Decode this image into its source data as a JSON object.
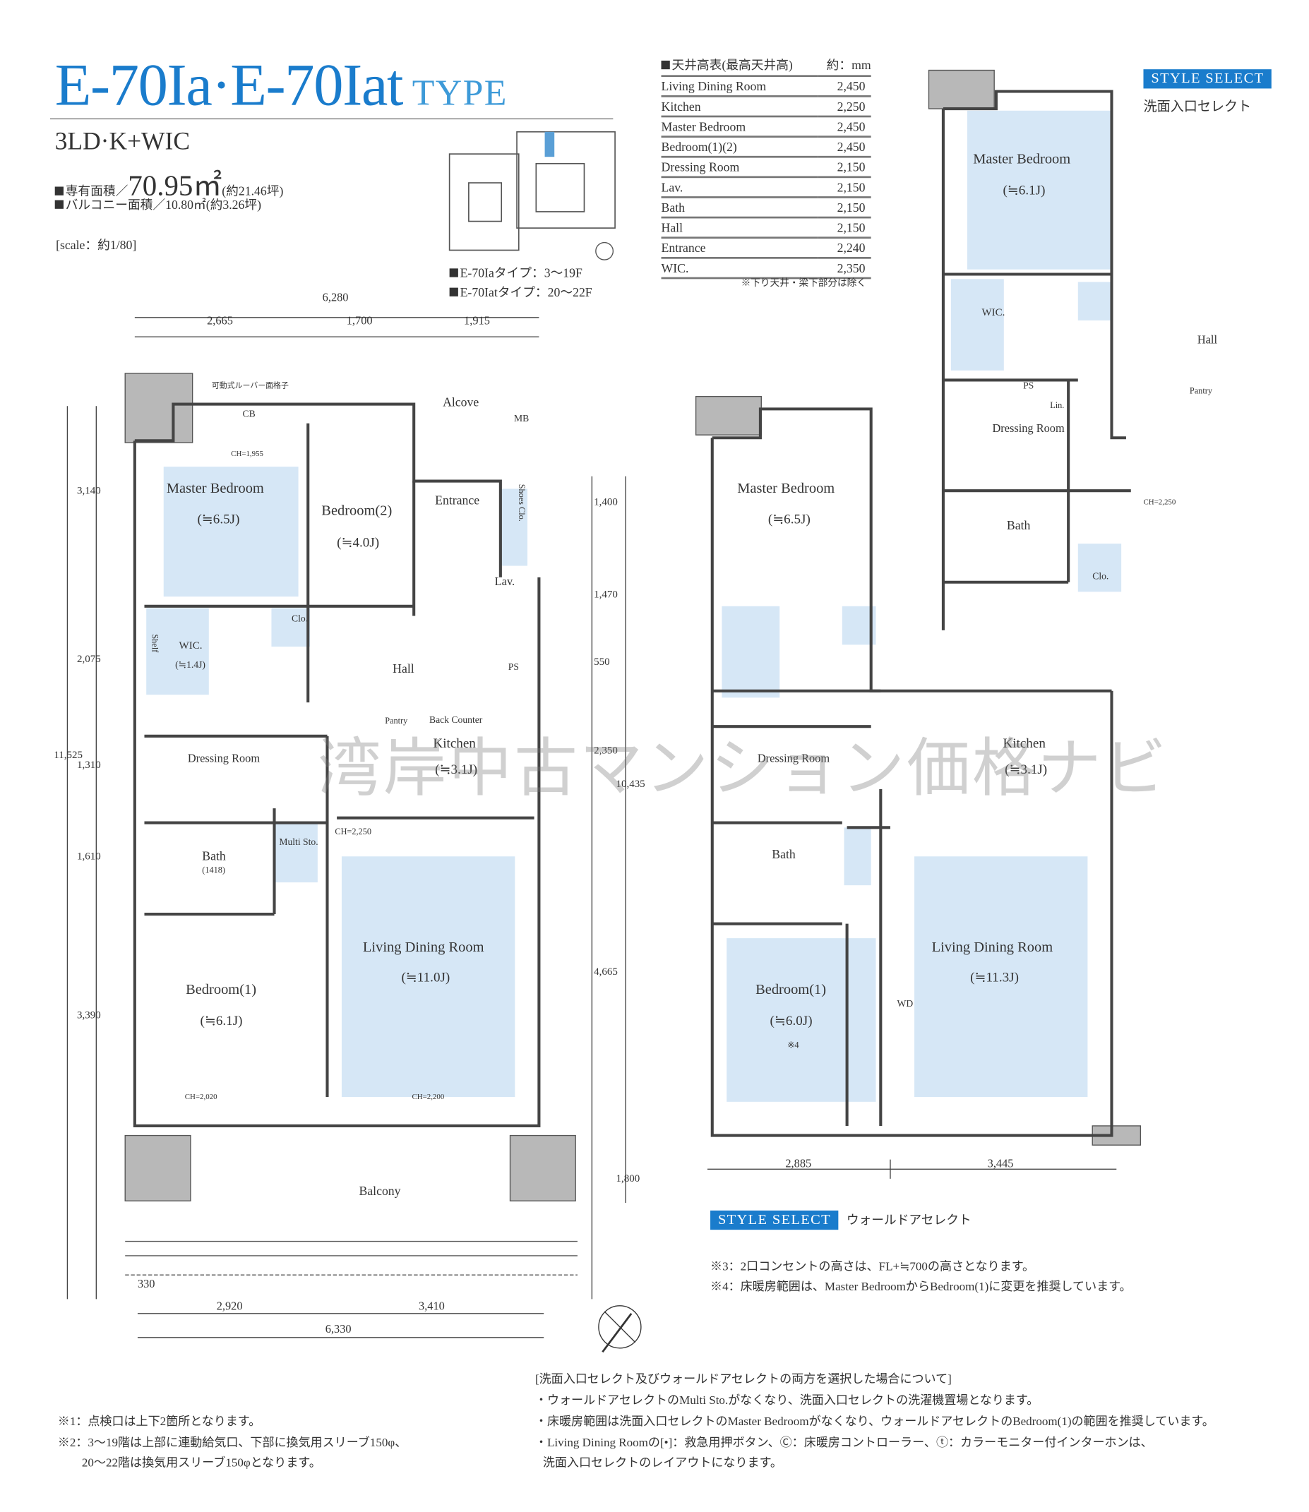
{
  "header": {
    "title": "E-70Ia·E-70Iat",
    "title_suffix": "TYPE",
    "layout": "3LD·K+WIC",
    "area_label": "専有面積／",
    "area_value": "70.95㎡",
    "area_tsubo": "(約21.46坪)",
    "balcony": "バルコニー面積／10.80㎡(約3.26坪)",
    "scale": "[scale：約1/80]",
    "floors": [
      "E-70Iaタイプ：3〜19F",
      "E-70Iatタイプ：20〜22F"
    ]
  },
  "ceiling_table": {
    "title": "天井高表(最高天井高)",
    "unit": "約：mm",
    "rows": [
      {
        "room": "Living Dining Room",
        "h": "2,450"
      },
      {
        "room": "Kitchen",
        "h": "2,250"
      },
      {
        "room": "Master Bedroom",
        "h": "2,450"
      },
      {
        "room": "Bedroom(1)(2)",
        "h": "2,450"
      },
      {
        "room": "Dressing Room",
        "h": "2,150"
      },
      {
        "room": "Lav.",
        "h": "2,150"
      },
      {
        "room": "Bath",
        "h": "2,150"
      },
      {
        "room": "Hall",
        "h": "2,150"
      },
      {
        "room": "Entrance",
        "h": "2,240"
      },
      {
        "room": "WIC.",
        "h": "2,350"
      }
    ],
    "note": "※下り天井・梁下部分は除く"
  },
  "main_plan": {
    "dims_top": {
      "total": "6,280",
      "parts": [
        "2,665",
        "1,700",
        "1,915"
      ]
    },
    "dims_left": {
      "total": "11,525",
      "parts": [
        "3,140",
        "2,075",
        "1,310",
        "1,610",
        "3,390"
      ]
    },
    "dims_right": {
      "total": "10,435",
      "parts": [
        "1,400",
        "1,470",
        "550",
        "2,350",
        "4,665"
      ],
      "balcony": "1,800"
    },
    "dims_bottom": {
      "total": "6,330",
      "parts": [
        "2,920",
        "3,410"
      ],
      "offset": "330"
    },
    "rooms": {
      "master": "Master Bedroom",
      "master_size": "(≒6.5J)",
      "bed2": "Bedroom(2)",
      "bed2_size": "(≒4.0J)",
      "bed1": "Bedroom(1)",
      "bed1_size": "(≒6.1J)",
      "ldr": "Living Dining Room",
      "ldr_size": "(≒11.0J)",
      "kitchen": "Kitchen",
      "kitchen_size": "(≒3.1J)",
      "hall": "Hall",
      "entrance": "Entrance",
      "alcove": "Alcove",
      "lav": "Lav.",
      "bath": "Bath",
      "bath_no": "(1418)",
      "dressing": "Dressing Room",
      "wic": "WIC.",
      "wic_size": "(≒1.4J)",
      "balcony": "Balcony",
      "multi": "Multi Sto.",
      "clo": "Clo.",
      "ps": "PS",
      "mb": "MB",
      "shoes": "Shoes Clo.",
      "back_counter": "Back Counter",
      "pantry": "Pantry",
      "lin": "Lin.",
      "shelf": "Shelf",
      "louver": "可動式ルーバー面格子",
      "ch1": "CH=1,955",
      "ch2": "CH=2,250",
      "ch3": "CH=2,200",
      "ch4": "CH=2,020",
      "cb": "CB"
    }
  },
  "alt_plan": {
    "dims_bottom": [
      "2,885",
      "3,445"
    ],
    "rooms": {
      "master": "Master Bedroom",
      "master_size": "(≒6.5J)",
      "bed1": "Bedroom(1)",
      "bed1_size": "(≒6.0J)",
      "ldr": "Living Dining Room",
      "ldr_size": "(≒11.3J)",
      "kitchen": "Kitchen",
      "kitchen_size": "(≒3.1J)",
      "dressing": "Dressing Room",
      "bath": "Bath",
      "wd": "WD",
      "note4": "※4"
    }
  },
  "inset_plan": {
    "badge": "STYLE SELECT",
    "caption": "洗面入口セレクト",
    "rooms": {
      "master": "Master Bedroom",
      "master_size": "(≒6.1J)",
      "hall": "Hall",
      "wic": "WIC.",
      "dressing": "Dressing Room",
      "bath": "Bath",
      "pantry": "Pantry",
      "clo": "Clo.",
      "ps": "PS",
      "lin": "Lin.",
      "ch": "CH=2,250"
    }
  },
  "style_select2": {
    "badge": "STYLE SELECT",
    "caption": "ウォールドアセレクト"
  },
  "notes_right": [
    "※3：2口コンセントの高さは、FL+≒700の高さとなります。",
    "※4：床暖房範囲は、Master BedroomからBedroom(1)に変更を推奨しています。"
  ],
  "combo_notes": [
    "[洗面入口セレクト及びウォールドアセレクトの両方を選択した場合について]",
    "・ウォールドアセレクトのMulti Sto.がなくなり、洗面入口セレクトの洗濯機置場となります。",
    "・床暖房範囲は洗面入口セレクトのMaster Bedroomがなくなり、ウォールドアセレクトのBedroom(1)の範囲を推奨しています。",
    "・Living Dining Roomの[•]：救急用押ボタン、Ⓒ：床暖房コントローラー、ⓣ：カラーモニター付インターホンは、",
    "洗面入口セレクトのレイアウトになります。"
  ],
  "notes_left": [
    "※1：点検口は上下2箇所となります。",
    "※2：3〜19階は上部に連動給気口、下部に換気用スリーブ150φ、",
    "　　20〜22階は換気用スリーブ150φとなります。"
  ],
  "watermark": "湾岸中古マンション価格ナビ",
  "colors": {
    "accent": "#1a7ccc",
    "floor_heating": "#d6e7f6"
  }
}
